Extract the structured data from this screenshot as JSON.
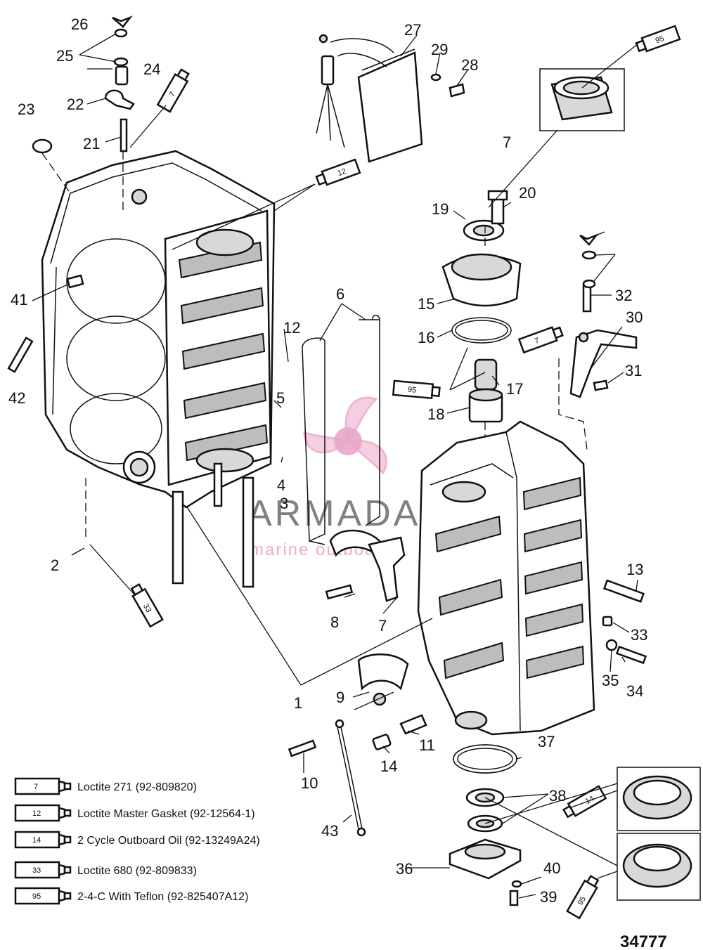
{
  "figure_number": "34777",
  "watermark": {
    "title": "ARMADA",
    "subtitle": "marine outboards",
    "accent_color": "#e9a6c8"
  },
  "callouts": [
    "1",
    "2",
    "3",
    "4",
    "5",
    "6",
    "7",
    "8",
    "9",
    "10",
    "11",
    "12",
    "13",
    "14",
    "15",
    "16",
    "17",
    "18",
    "19",
    "20",
    "21",
    "22",
    "23",
    "24",
    "25",
    "26",
    "27",
    "28",
    "29",
    "30",
    "31",
    "32",
    "33",
    "34",
    "35",
    "36",
    "37",
    "38",
    "39",
    "40",
    "41",
    "42",
    "43"
  ],
  "tube_labels": {
    "t7": "7",
    "t12": "12",
    "t14": "14",
    "t33": "33",
    "t95": "95"
  },
  "legend": [
    {
      "code": "7",
      "text": "Loctite 271 (92-809820)"
    },
    {
      "code": "12",
      "text": "Loctite Master Gasket (92-12564-1)"
    },
    {
      "code": "14",
      "text": "2 Cycle Outboard Oil (92-13249A24)"
    },
    {
      "code": "33",
      "text": "Loctite 680 (92-809833)"
    },
    {
      "code": "95",
      "text": "2-4-C  With Teflon (92-825407A12)"
    }
  ]
}
